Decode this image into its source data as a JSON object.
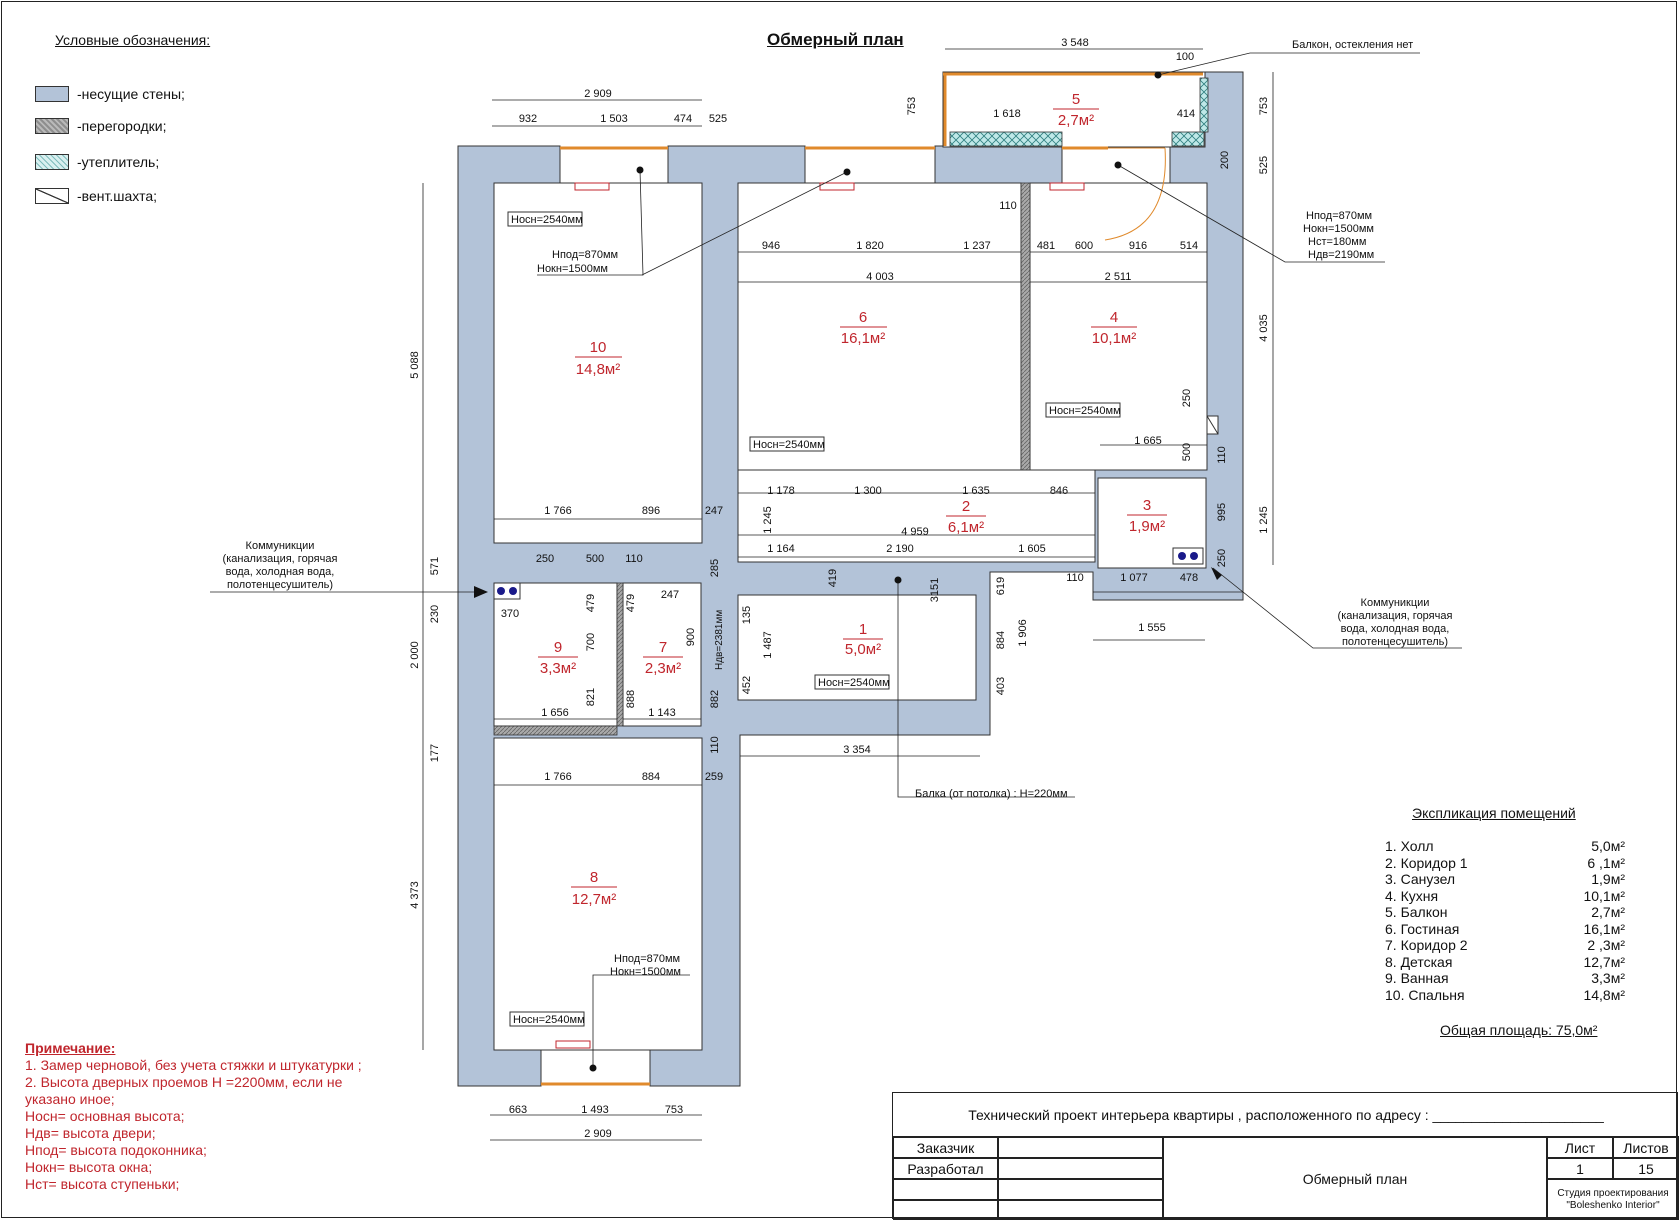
{
  "title": "Обмерный план",
  "legend": {
    "title": "Условные обозначения:",
    "items": [
      {
        "label": "-несущие стены;",
        "color": "#b3c3d8"
      },
      {
        "label": "-перегородки;",
        "color": "#9a9a9a"
      },
      {
        "label": "-утеплитель;",
        "color": "#a8dede"
      },
      {
        "label": "-вент.шахта;",
        "color": "#ffffff"
      }
    ]
  },
  "rooms": [
    {
      "num": "1",
      "area": "5,0м²"
    },
    {
      "num": "2",
      "area": "6,1м²"
    },
    {
      "num": "3",
      "area": "1,9м²"
    },
    {
      "num": "4",
      "area": "10,1м²"
    },
    {
      "num": "5",
      "area": "2,7м²"
    },
    {
      "num": "6",
      "area": "16,1м²"
    },
    {
      "num": "7",
      "area": "2,3м²"
    },
    {
      "num": "8",
      "area": "12,7м²"
    },
    {
      "num": "9",
      "area": "3,3м²"
    },
    {
      "num": "10",
      "area": "14,8м²"
    }
  ],
  "height_labels": {
    "main": "Hосн=2540мм",
    "sill": "Hпод=870мм",
    "window": "Hокн=1500мм",
    "step": "Hст=180мм",
    "door": "Hдв=2190мм",
    "door_small": "Hдв=2381мм"
  },
  "callouts": {
    "balcony": "Балкон, остекления нет",
    "beam": "Балка (от потолка) : H=220мм",
    "comms_left": [
      "Коммуникции",
      "(канализация, горячая",
      "вода, холодная вода,",
      "полотенцесушитель)"
    ],
    "comms_right": [
      "Коммуникции",
      "(канализация, горячая",
      "вода, холодная вода,",
      "полотенцесушитель)"
    ]
  },
  "dimensions": {
    "top_total": "2 909",
    "top_a": "932",
    "top_b": "1 503",
    "top_c": "474",
    "top_d": "525",
    "balcony_total": "3 548",
    "balcony_100": "100",
    "balcony_753": "753",
    "balcony_1618": "1 618",
    "balcony_414": "414",
    "right_753": "753",
    "right_525": "525",
    "right_4035": "4 035",
    "right_1245": "1 245",
    "right_200": "200",
    "left_5088": "5 088",
    "left_571": "571",
    "left_230": "230",
    "left_2000": "2 000",
    "left_177": "177",
    "left_4373": "4 373",
    "r6_946": "946",
    "r6_1820": "1 820",
    "r6_1237": "1 237",
    "r6_4003": "4 003",
    "r4_481": "481",
    "r4_600": "600",
    "r4_916": "916",
    "r4_514": "514",
    "r4_2511": "2 511",
    "r4_110": "110",
    "r4_1665": "1 665",
    "r4_250": "250",
    "r4_500": "500",
    "r4_110b": "110",
    "r10_1766": "1 766",
    "r10_896": "896",
    "r10_247": "247",
    "c2_1178": "1 178",
    "c2_1300": "1 300",
    "c2_1635": "1 635",
    "c2_846": "846",
    "c2_4959": "4 959",
    "c2_1164": "1 164",
    "c2_2190": "2 190",
    "c2_1605": "1 605",
    "c2_1245": "1 245",
    "r3_995": "995",
    "r3_250": "250",
    "r3_110": "110",
    "r3_1077": "1 077",
    "r3_478": "478",
    "r3_1555": "1 555",
    "r9_250": "250",
    "r9_500": "500",
    "r9_110": "110",
    "r9_370": "370",
    "r9_479": "479",
    "r9_700": "700",
    "r9_821": "821",
    "r9_1656": "1 656",
    "r7_479": "479",
    "r7_247": "247",
    "r7_900": "900",
    "r7_888": "888",
    "r7_1143": "1 143",
    "r7_285": "285",
    "r7_882": "882",
    "r7_110": "110",
    "r1_419": "419",
    "r1_3151": "3151",
    "r1_619": "619",
    "r1_135": "135",
    "r1_1487": "1 487",
    "r1_452": "452",
    "r1_884": "884",
    "r1_1906": "1 906",
    "r1_403": "403",
    "r1_3354": "3 354",
    "r8_1766": "1 766",
    "r8_884": "884",
    "r8_259": "259",
    "bot_663": "663",
    "bot_1493": "1 493",
    "bot_753": "753",
    "bot_2909": "2 909"
  },
  "notes": {
    "title": "Примечание:",
    "lines": [
      "1. Замер черновой, без учета стяжки и штукатурки ;",
      "2. Высота дверных проемов H =2200мм, если не",
      "указано иное;",
      "Hосн= основная высота;",
      "Hдв= высота двери;",
      "Hпод= высота подоконника;",
      "Hокн= высота окна;",
      "Hст= высота ступеньки;"
    ]
  },
  "explication": {
    "title": "Экспликация помещений",
    "rows": [
      {
        "name": "1. Холл",
        "area": "5,0м²"
      },
      {
        "name": "2. Коридор 1",
        "area": "6 ,1м²"
      },
      {
        "name": "3. Санузел",
        "area": "1,9м²"
      },
      {
        "name": "4. Кухня",
        "area": "10,1м²"
      },
      {
        "name": "5. Балкон",
        "area": "2,7м²"
      },
      {
        "name": "6. Гостиная",
        "area": "16,1м²"
      },
      {
        "name": "7. Коридор 2",
        "area": "2 ,3м²"
      },
      {
        "name": "8. Детская",
        "area": "12,7м²"
      },
      {
        "name": "9. Ванная",
        "area": "3,3м²"
      },
      {
        "name": "10. Спальня",
        "area": "14,8м²"
      }
    ],
    "total": "Общая площадь:  75,0м²"
  },
  "stamp": {
    "project": "Технический проект интерьера квартиры , расположенного по адресу : ______________________",
    "customer": "Заказчик",
    "developer": "Разработал",
    "sheet_name": "Обмерный план",
    "sheet_label": "Лист",
    "sheets_label": "Листов",
    "sheet": "1",
    "sheets": "15",
    "studio_1": "Студия проектирования",
    "studio_2": "\"Boleshenko Interior\""
  }
}
